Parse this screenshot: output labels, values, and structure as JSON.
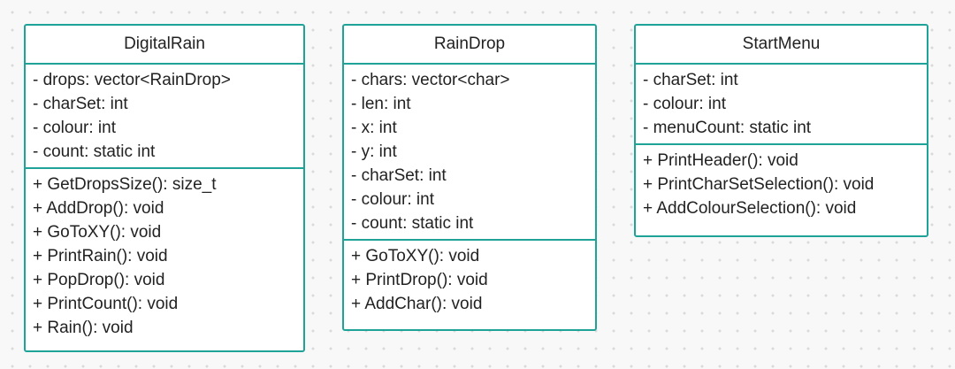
{
  "colors": {
    "border": "#1fa398",
    "background": "#f8f8f8",
    "box_fill": "#ffffff",
    "text": "#222222"
  },
  "classes": [
    {
      "name": "DigitalRain",
      "attributes": [
        "-  drops: vector<RainDrop>",
        "-  charSet: int",
        "-  colour: int",
        "-  count: static int"
      ],
      "methods": [
        "+ GetDropsSize(): size_t",
        "+ AddDrop(): void",
        "+ GoToXY(): void",
        "+ PrintRain(): void",
        "+ PopDrop(): void",
        "+ PrintCount(): void",
        "+ Rain(): void"
      ]
    },
    {
      "name": "RainDrop",
      "attributes": [
        "-  chars: vector<char>",
        "-  len: int",
        "-  x: int",
        "-  y: int",
        "-  charSet: int",
        "-  colour: int",
        "-  count: static int"
      ],
      "methods": [
        "+ GoToXY(): void",
        "+ PrintDrop(): void",
        "+ AddChar(): void"
      ]
    },
    {
      "name": "StartMenu",
      "attributes": [
        "-  charSet: int",
        "-  colour: int",
        "-  menuCount: static int"
      ],
      "methods": [
        "+ PrintHeader(): void",
        "+ PrintCharSetSelection(): void",
        "+ AddColourSelection(): void"
      ]
    }
  ]
}
